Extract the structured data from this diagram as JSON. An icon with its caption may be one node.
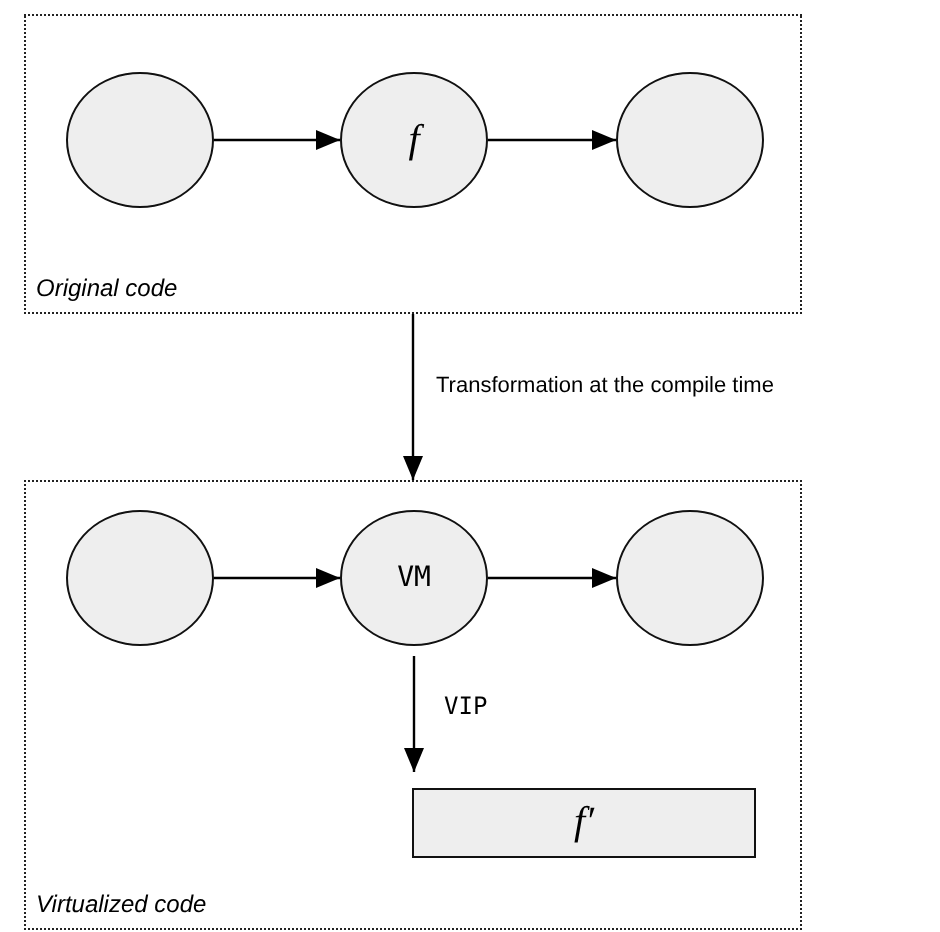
{
  "diagram": {
    "nodes": [
      {
        "text": [
          "Original code"
        ]
      },
      {
        "text": [],
        "shape": "circle",
        "in": 0
      },
      {
        "text": [
          "f"
        ],
        "in": 0
      },
      {
        "text": [],
        "shape": "circle",
        "in": 0
      },
      {
        "text": [
          "Virtualized code"
        ]
      },
      {
        "text": [],
        "shape": "circle",
        "in": 4
      },
      {
        "text": [
          "VM"
        ],
        "in": 4
      },
      {
        "text": [],
        "shape": "circle",
        "in": 4
      },
      {
        "text": [
          "f′"
        ],
        "in": 4
      }
    ],
    "edges": [
      {
        "from": 1,
        "to": 2,
        "arrow": "to"
      },
      {
        "from": 2,
        "to": 3,
        "arrow": "to"
      },
      {
        "from": 0,
        "to": 4,
        "arrow": "to",
        "label": "Transformation at the compile time"
      },
      {
        "from": 5,
        "to": 6,
        "arrow": "to"
      },
      {
        "from": 6,
        "to": 7,
        "arrow": "to"
      },
      {
        "from": 6,
        "to": 8,
        "arrow": "to",
        "label": "VIP"
      }
    ]
  }
}
